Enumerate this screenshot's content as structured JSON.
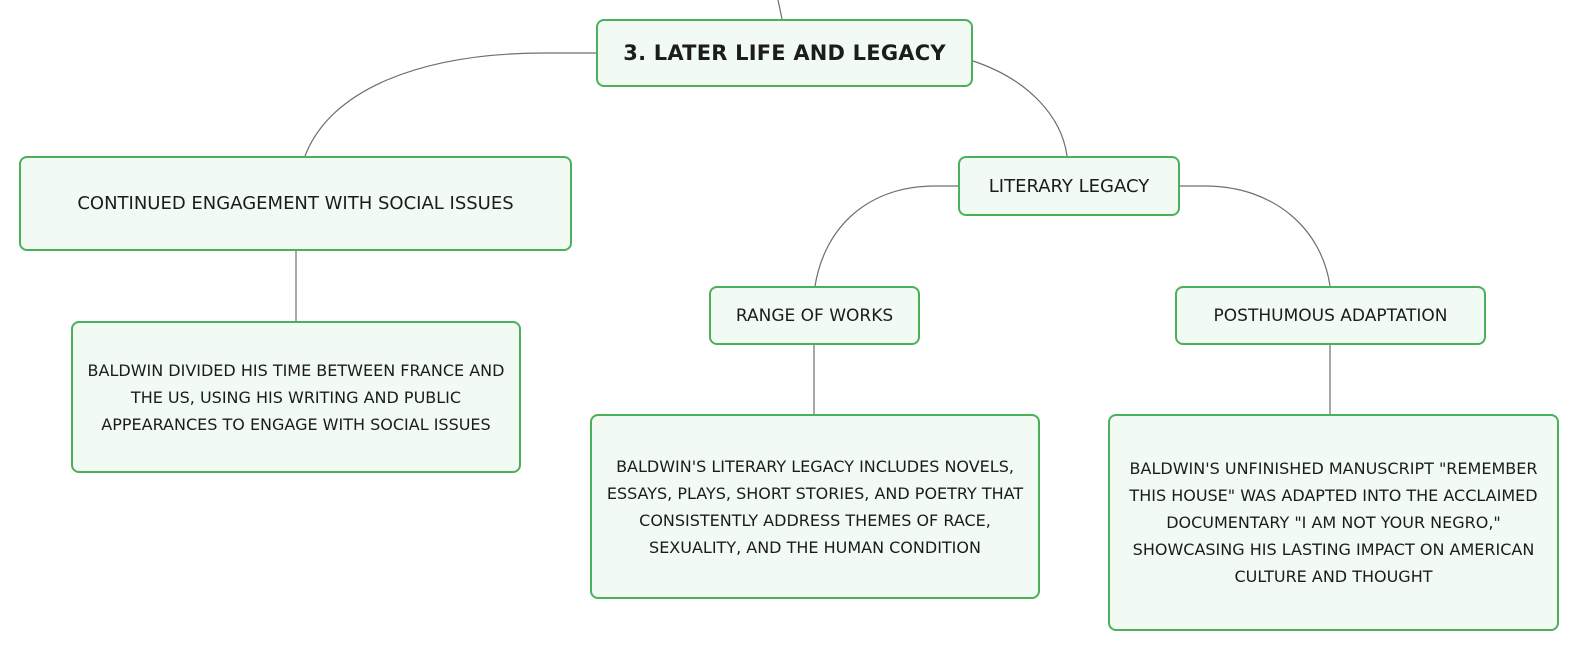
{
  "diagram": {
    "root": {
      "label": "3. LATER LIFE AND LEGACY"
    },
    "social": {
      "label": "CONTINUED ENGAGEMENT WITH SOCIAL ISSUES",
      "detail": "BALDWIN DIVIDED HIS TIME BETWEEN FRANCE AND THE US, USING HIS WRITING AND PUBLIC APPEARANCES TO ENGAGE WITH SOCIAL ISSUES"
    },
    "literary": {
      "label": "LITERARY LEGACY",
      "range": {
        "label": "RANGE OF WORKS",
        "detail": "BALDWIN'S LITERARY LEGACY INCLUDES NOVELS, ESSAYS, PLAYS, SHORT STORIES, AND POETRY THAT CONSISTENTLY ADDRESS THEMES OF RACE, SEXUALITY, AND THE HUMAN CONDITION"
      },
      "posthumous": {
        "label": "POSTHUMOUS ADAPTATION",
        "detail": "BALDWIN'S UNFINISHED MANUSCRIPT \"REMEMBER THIS HOUSE\" WAS ADAPTED INTO THE ACCLAIMED DOCUMENTARY \"I AM NOT YOUR NEGRO,\" SHOWCASING HIS LASTING IMPACT ON AMERICAN CULTURE AND THOUGHT"
      }
    }
  }
}
